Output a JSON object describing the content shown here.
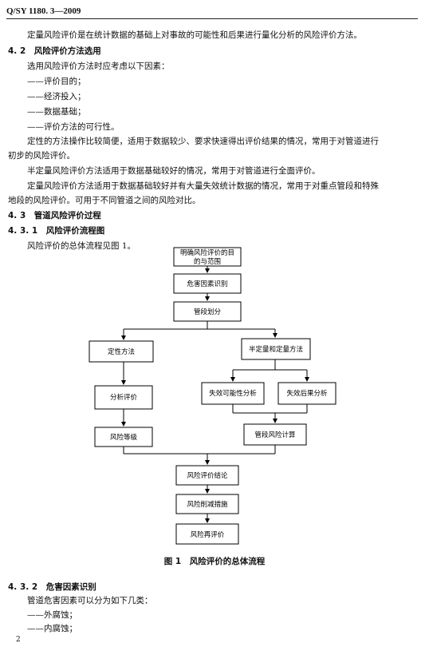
{
  "header": {
    "std_no": "Q/SY 1180. 3—2009"
  },
  "page_number": "2",
  "paragraphs": [
    "定量风险评价是在统计数据的基础上对事故的可能性和后果进行量化分析的风险评价方法。",
    "4. 2　风险评价方法选用",
    "选用风险评价方法时应考虑以下因素：",
    "——评价目的；",
    "——经济投入；",
    "——数据基础；",
    "——评价方法的可行性。",
    "定性的方法操作比较简便，适用于数据较少、要求快速得出评价结果的情况，常用于对管道进行",
    "初步的风险评价。",
    "半定量风险评价方法适用于数据基础较好的情况，常用于对管道进行全面评价。",
    "定量风险评价方法适用于数据基础较好并有大量失效统计数据的情况，常用于对重点管段和特殊",
    "地段的风险评价。可用于不同管道之间的风险对比。",
    "4. 3　管道风险评价过程",
    "4. 3. 1　风险评价流程图",
    "风险评价的总体流程见图 1。"
  ],
  "flowchart": {
    "nodes": {
      "goal_l1": "明确风险评价的目",
      "goal_l2": "的与范围",
      "hazard_id": "危害因素识别",
      "segment": "管段划分",
      "qualitative": "定性方法",
      "semi_quant": "半定量和定量方法",
      "failure_prob": "失效可能性分析",
      "failure_cons": "失效后果分析",
      "analysis": "分析评价",
      "risk_level": "风险等级",
      "segment_calc": "管段风险计算",
      "conclusion": "风险评价结论",
      "mitigation": "风险削减措施",
      "reassess": "风险再评价"
    },
    "caption": "图 1　风险评价的总体流程"
  },
  "after": [
    "4. 3. 2　危害因素识别",
    "管道危害因素可以分为如下几类：",
    "——外腐蚀；",
    "——内腐蚀；"
  ]
}
